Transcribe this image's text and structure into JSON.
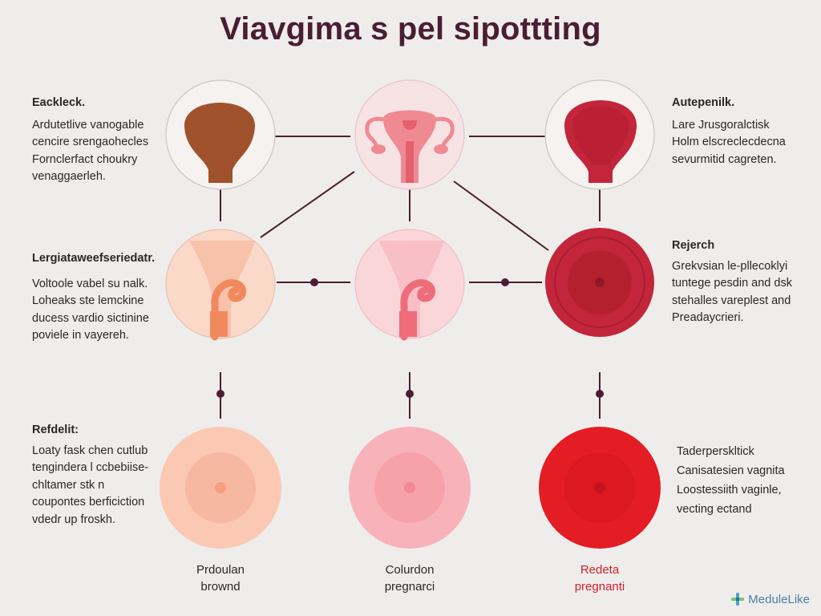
{
  "title": "Viavgima s pel sipottting",
  "blocks": {
    "top_left": {
      "heading": "Eackleck.",
      "lines": [
        "Ardutetlive vanogable",
        "cencire srengaohecles",
        "Fornclerfact choukry",
        "venaggaerleh."
      ]
    },
    "top_right": {
      "heading": "Autepenilk.",
      "lines": [
        "Lare Jrusgoralctisk",
        "Holm elscreclecdecna",
        "sevurmitid cagreten."
      ]
    },
    "mid_left": {
      "heading": "Lergiataweefseriedatr.",
      "lines": [
        "Voltoole vabel su nalk.",
        "Loheaks ste lemckine",
        "ducess vardio sictinine",
        "poviele in vayereh."
      ]
    },
    "mid_right": {
      "heading": "Rejerch",
      "lines": [
        "Grekvsian le-pllecoklyi",
        "tuntege pesdin and dsk",
        "stehalles vareplest and",
        "Preadaycrieri."
      ]
    },
    "bottom_left": {
      "heading": "Refdelit:",
      "lines": [
        "Loaty fask chen cutlub",
        "tengindera l ccbebiise-",
        "chltamer stk n",
        "coupontes berficiction",
        "vdedr up froskh."
      ]
    },
    "bottom_right": {
      "heading": "",
      "lines": [
        "Taderperskltick",
        "Canisatesien vagnita",
        "Loostessiith vaginle,",
        "vecting ectand"
      ]
    }
  },
  "captions": {
    "left": [
      "Prdoulan",
      "brownd"
    ],
    "center": [
      "Colurdon",
      "pregnarci"
    ],
    "right": [
      "Redeta",
      "pregnanti"
    ]
  },
  "brand": {
    "name": "MeduleLike"
  },
  "colors": {
    "title": "#4b1d33",
    "connector": "#4b1d33",
    "brown": "#a0522d",
    "peach": "#f6b79b",
    "pink": "#f7b6bd",
    "crimson": "#c3253a",
    "red": "#e41c24",
    "caption_red": "#d21f2e"
  },
  "icons": [
    "uterus-brown-icon",
    "uterus-reproductive-icon",
    "uterus-crimson-icon",
    "uterus-peach-icon",
    "uterus-pink-icon",
    "crimson-circle-icon",
    "peach-circle-icon",
    "pink-circle-icon",
    "red-circle-icon",
    "medulelike-logo-icon"
  ]
}
